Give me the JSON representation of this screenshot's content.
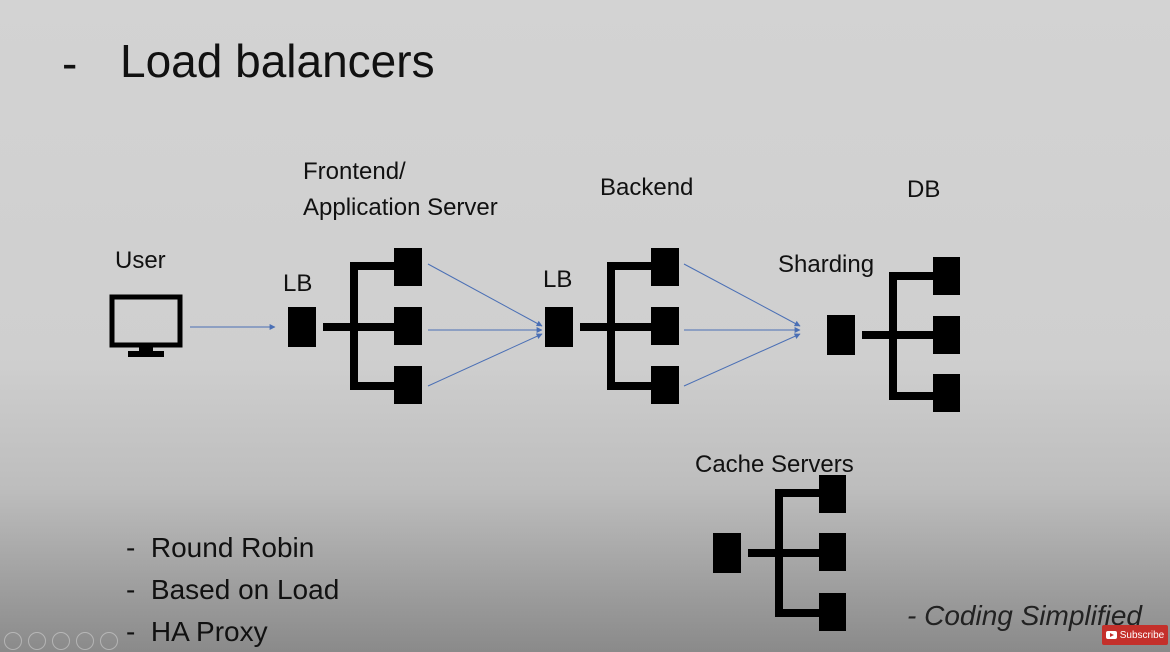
{
  "slide": {
    "title_dash": "-",
    "title": "Load balancers"
  },
  "labels": {
    "user": "User",
    "lb1": "LB",
    "frontend_line1": "Frontend/",
    "frontend_line2": "Application Server",
    "lb2": "LB",
    "backend": "Backend",
    "db": "DB",
    "sharding": "Sharding",
    "cache": "Cache Servers"
  },
  "bullets": [
    {
      "dash": "-",
      "text": "Round Robin"
    },
    {
      "dash": "-",
      "text": "Based on Load"
    },
    {
      "dash": "-",
      "text": "HA Proxy"
    }
  ],
  "credit": "- Coding Simplified",
  "youtube": {
    "label": "Subscribe"
  },
  "colors": {
    "arrow": "#4a6fb5",
    "node": "#000000"
  }
}
